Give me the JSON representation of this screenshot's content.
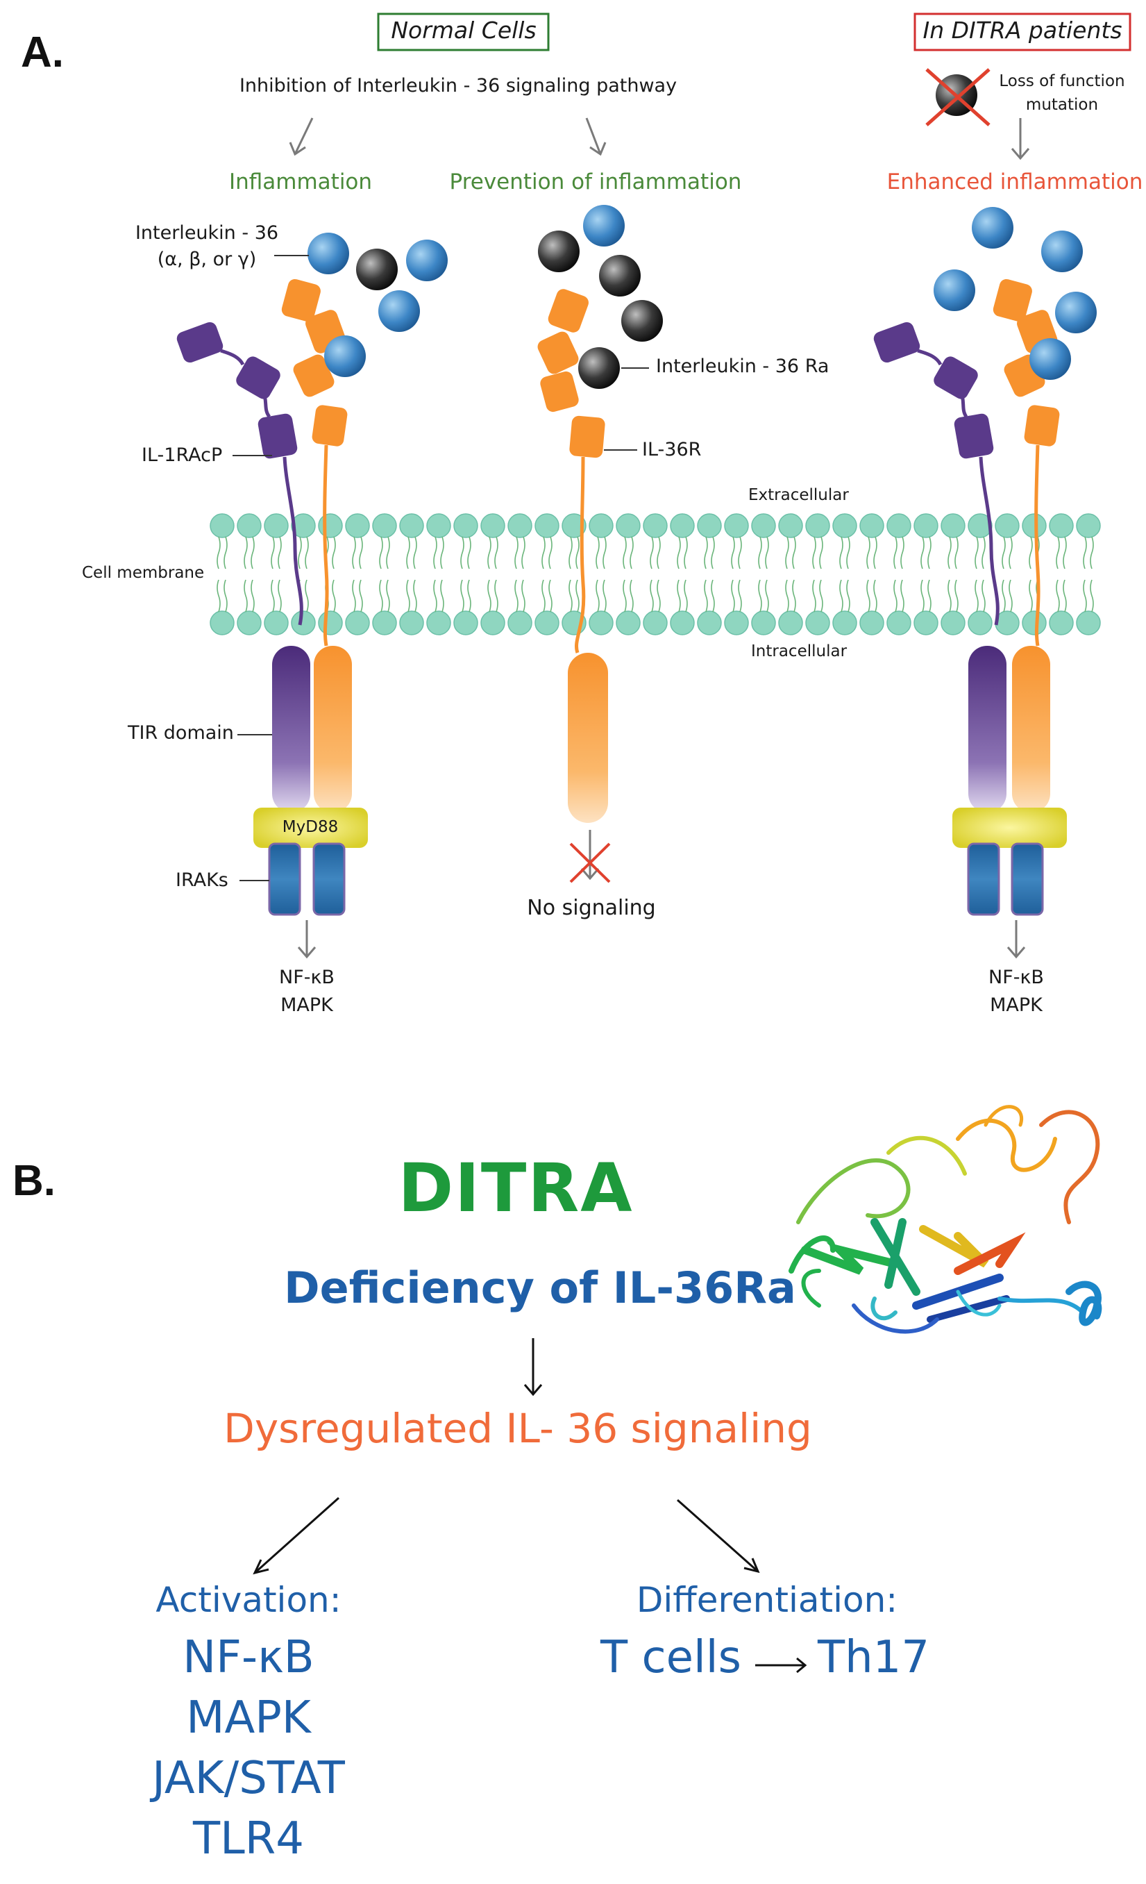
{
  "panel_a": {
    "letter": "A.",
    "normal_cells_label": "Normal Cells",
    "ditra_patients_label": "In DITRA patients",
    "inhibition_text": "Inhibition of Interleukin - 36 signaling pathway",
    "inflammation": "Inflammation",
    "prevention": "Prevention of inflammation",
    "enhanced": "Enhanced inflammation",
    "loss_of_function_line1": "Loss of function",
    "loss_of_function_line2": "mutation",
    "il36_label_line1": "Interleukin - 36",
    "il36_label_line2": "(α, β, or γ)",
    "il36ra_label": "Interleukin - 36 Ra",
    "il36r_label": "IL-36R",
    "il1racp_label": "IL-1RAcP",
    "extracellular": "Extracellular",
    "intracellular": "Intracellular",
    "cell_membrane": "Cell membrane",
    "tir_domain": "TIR domain",
    "myd88": "MyD88",
    "iraks": "IRAKs",
    "no_signaling": "No signaling",
    "left_output_line1": "NF-κB",
    "left_output_line2": "MAPK",
    "right_output_line1": "NF-κB",
    "right_output_line2": "MAPK",
    "colors": {
      "normal_box": "#2e7d32",
      "ditra_box": "#d32f2f",
      "il36_ball": "#3d86c6",
      "il36ra_ball": "#222222",
      "receptor_orange": "#f7922e",
      "accessory_purple": "#5a3a8a",
      "membrane": "#8fd6c0",
      "myd88": "#e7e04a",
      "iraks": "#1f5f9a"
    }
  },
  "panel_b": {
    "letter": "B.",
    "title": "DITRA",
    "deficiency": "Deficiency of IL-36Ra",
    "dysregulated": "Dysregulated IL- 36 signaling",
    "activation_heading": "Activation:",
    "activation_items": [
      "NF-κB",
      "MAPK",
      "JAK/STAT",
      "TLR4"
    ],
    "differentiation_heading": "Differentiation:",
    "differentiation_from": "T cells",
    "differentiation_to": "Th17",
    "colors": {
      "title": "#1e9a3c",
      "deficiency": "#1f5fa8",
      "dysregulated": "#f06b3a",
      "lists": "#1f5fa8"
    }
  }
}
